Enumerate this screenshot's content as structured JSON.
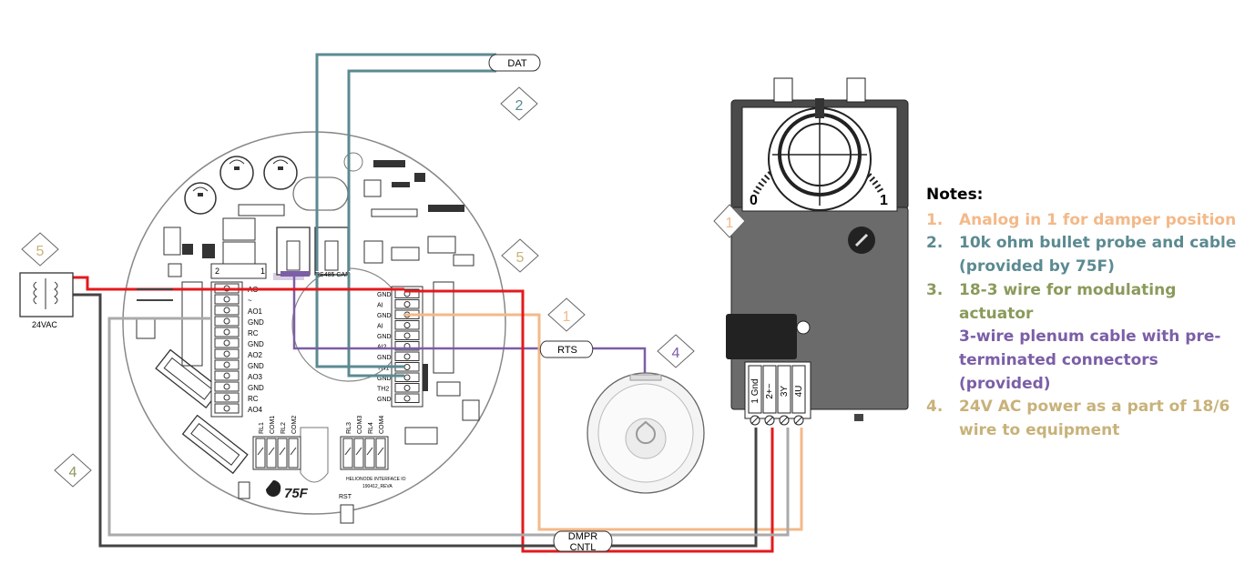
{
  "colors": {
    "orange": "#f3b989",
    "teal": "#5b8a91",
    "olive": "#8a9a5b",
    "purple": "#7b5ea7",
    "tan": "#c8b27a",
    "red": "#e31a1c",
    "board": "#777777"
  },
  "callouts": {
    "dat": "DAT",
    "rts": "RTS",
    "dmpr": "DMPR",
    "cntl": "CNTL",
    "power": "24VAC"
  },
  "markers": {
    "m1_left": "1",
    "m1_mid": "1",
    "m2": "2",
    "m4_mid": "4",
    "m4_left": "4",
    "m5_left": "5",
    "m5_right": "5"
  },
  "board": {
    "terminals_left": [
      "AC",
      "~",
      "AO1",
      "GND",
      "RC",
      "GND",
      "AO2",
      "GND",
      "AO3",
      "GND",
      "RC",
      "AO4"
    ],
    "terminals_right": [
      "GND",
      "AI",
      "GND",
      "AI",
      "GND",
      "AI2",
      "GND",
      "TH1",
      "GND",
      "TH2",
      "GND"
    ],
    "relays_a": [
      "RL1",
      "COM1",
      "RL2",
      "COM2"
    ],
    "relays_b": [
      "RL3",
      "COM3",
      "RL4",
      "COM4"
    ],
    "connector_a": "2",
    "connector_a_right": "1",
    "connector_b": "RS485 CAN",
    "logo": "75F",
    "rst": "RST",
    "footer": "HELIONODE INTERFACE IO",
    "footer2": "190412_REVA"
  },
  "actuator": {
    "scale_min": "0",
    "scale_max": "1",
    "terminals": [
      "1 Gnd",
      "2+~",
      "3Y",
      "4U"
    ]
  },
  "notes": {
    "title": "Notes:",
    "items": [
      {
        "num": "1.",
        "lines": [
          "Analog in 1 for damper position"
        ],
        "color": "#f3b989"
      },
      {
        "num": "2.",
        "lines": [
          "10k ohm bullet probe and cable",
          "(provided by 75F)"
        ],
        "color": "#5b8a91"
      },
      {
        "num": "3.",
        "lines": [
          "18-3 wire for modulating  actuator"
        ],
        "color": "#8a9a5b"
      },
      {
        "num": "",
        "lines": [
          "3-wire plenum cable with pre-",
          "terminated connectors (provided)"
        ],
        "color": "#7b5ea7"
      },
      {
        "num": "4.",
        "lines": [
          "24V AC power as a part of 18/6",
          "wire to equipment"
        ],
        "color": "#c8b27a"
      }
    ]
  }
}
